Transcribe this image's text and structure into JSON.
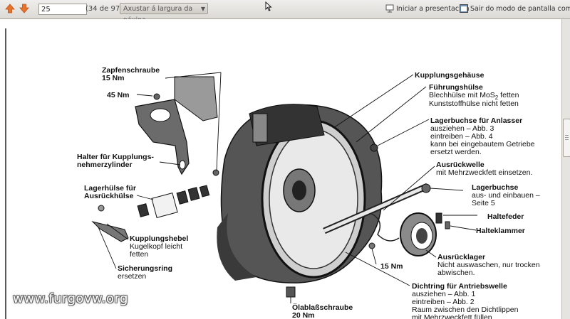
{
  "toolbar": {
    "page_value": "25",
    "page_count": "(34 de 97)",
    "zoom_label": "Axustar á largura da páxina",
    "presentation_label": "Iniciar a presentación",
    "fullscreen_label": "Sair do modo de pantalla completa"
  },
  "labels": {
    "zapfenschraube": "Zapfenschraube",
    "zapfen_torque": "15 Nm",
    "torque_45": "45 Nm",
    "halter_1": "Halter für Kupplungs-",
    "halter_2": "nehmerzylinder",
    "lagerhuelse_1": "Lagerhülse für",
    "lagerhuelse_2": "Ausrückhülse",
    "kupplungshebel": "Kupplungshebel",
    "kugelkopf_1": "Kugelkopf leicht",
    "kugelkopf_2": "fetten",
    "sicherungsring_1": "Sicherungsring",
    "sicherungsring_2": "ersetzen",
    "kupplungsgehaeuse": "Kupplungsgehäuse",
    "fuehrungshuelse": "Führungshülse",
    "blechhuelse": "Blechhülse mit MoS",
    "blechhuelse_sub": "2",
    "blechhuelse_end": " fetten",
    "kunststoff": "Kunststoffhülse nicht fetten",
    "lagerbuchse_anlasser": "Lagerbuchse für Anlasser",
    "ausziehen_3": "ausziehen – Abb. 3",
    "eintreiben_4": "eintreiben – Abb. 4",
    "kann_bei": "kann bei eingebautem Getriebe",
    "ersetzt": "ersetzt werden.",
    "ausrueckwelle": "Ausrückwelle",
    "mehrzweck": "mit Mehrzweckfett einsetzen.",
    "lagerbuchse": "Lagerbuchse",
    "aus_ein": "aus- und einbauen –",
    "seite5": "Seite 5",
    "haltefeder": "Haltefeder",
    "halteklammer": "Halteklammer",
    "ausruecklager": "Ausrücklager",
    "nicht_auswaschen": "Nicht auswaschen, nur trocken",
    "abwischen": "abwischen.",
    "torque_15b": "15 Nm",
    "dichtring": "Dichtring für Antriebswelle",
    "ausziehen_1": "ausziehen – Abb. 1",
    "eintreiben_2": "eintreiben – Abb. 2",
    "raum": "Raum zwischen den Dichtlippen",
    "mit_mehr": "mit Mehrzweckfett füllen",
    "oelablass": "Ölablaßschraube",
    "oel_torque": "20 Nm"
  },
  "watermark": "www.furgovw.org"
}
